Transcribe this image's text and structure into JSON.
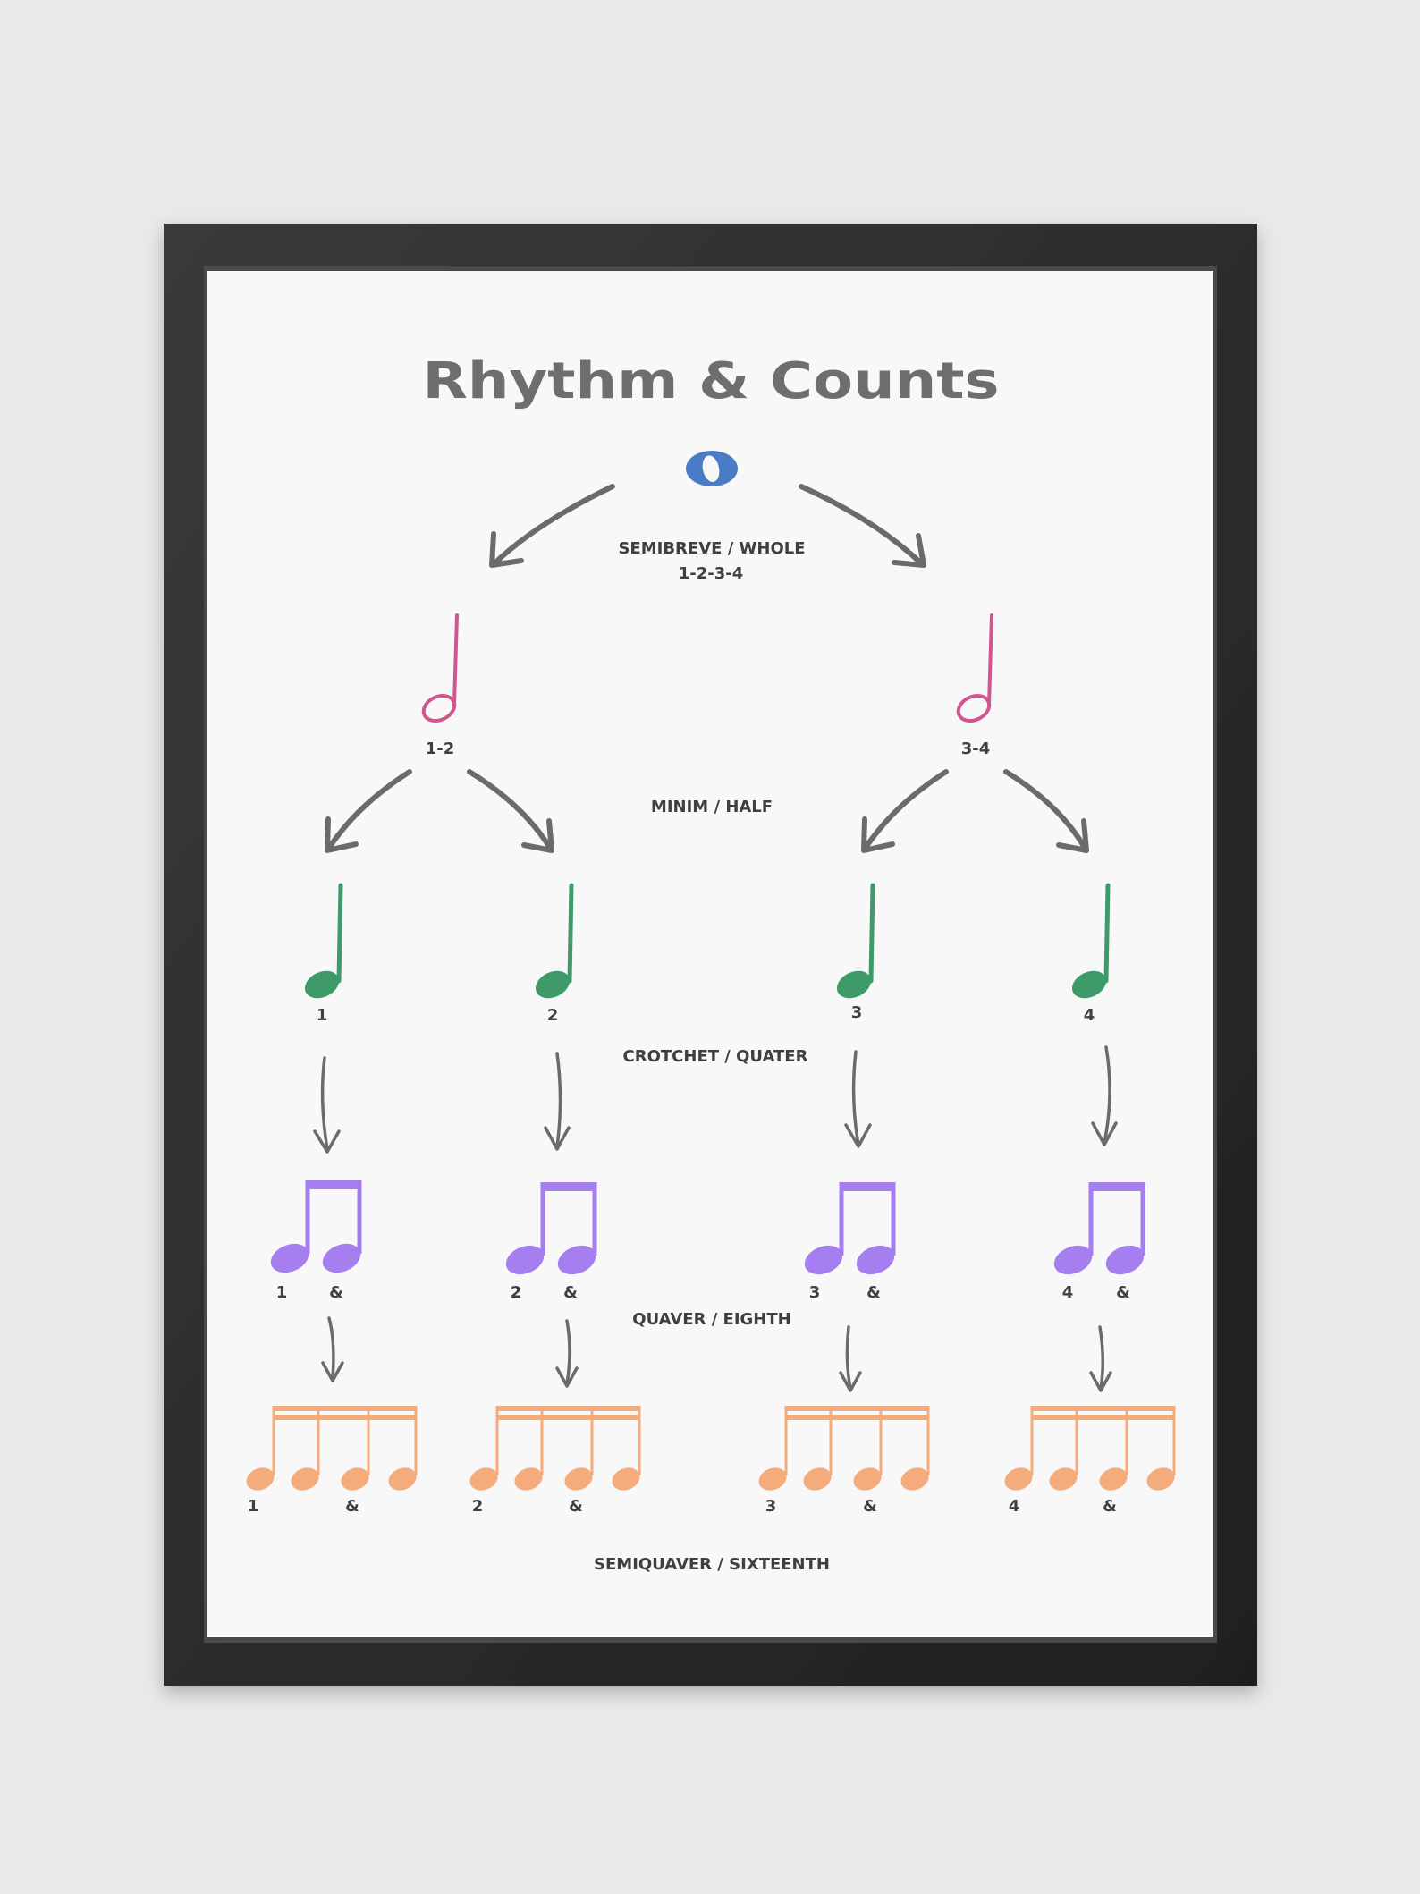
{
  "title": "Rhythm & Counts",
  "levels": {
    "semibreve": {
      "name": "SEMIBREVE / WHOLE",
      "count": "1-2-3-4"
    },
    "minim": {
      "name": "MINIM / HALF",
      "counts": [
        "1-2",
        "3-4"
      ]
    },
    "crotchet": {
      "name": "CROTCHET / QUATER",
      "counts": [
        "1",
        "2",
        "3",
        "4"
      ]
    },
    "quaver": {
      "name": "QUAVER / EIGHTH",
      "groups": [
        {
          "beat": "1",
          "and": "&"
        },
        {
          "beat": "2",
          "and": "&"
        },
        {
          "beat": "3",
          "and": "&"
        },
        {
          "beat": "4",
          "and": "&"
        }
      ]
    },
    "semiquaver": {
      "name": "SEMIQUAVER / SIXTEENTH",
      "groups": [
        {
          "beat": "1",
          "and": "&"
        },
        {
          "beat": "2",
          "and": "&"
        },
        {
          "beat": "3",
          "and": "&"
        },
        {
          "beat": "4",
          "and": "&"
        }
      ]
    }
  },
  "colors": {
    "semibreve": "#4a7cc6",
    "minim": "#d1568f",
    "crotchet": "#3f9a6a",
    "quaver": "#a57ff0",
    "semiquaver": "#f5ac7c",
    "arrow": "#6b6b6b",
    "frame": "#2a2a2a",
    "paper": "#f8f8f8"
  }
}
